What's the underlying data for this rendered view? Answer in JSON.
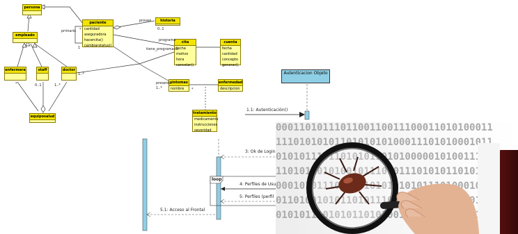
{
  "classes": {
    "persona": {
      "name": "persona",
      "attrs": []
    },
    "empleado": {
      "name": "empleado",
      "attrs": []
    },
    "enfermera": {
      "name": "enfermera",
      "attrs": []
    },
    "staff": {
      "name": "staff",
      "attrs": []
    },
    "doctor": {
      "name": "doctor",
      "attrs": []
    },
    "equipo": {
      "name": "equiposalud",
      "attrs": []
    },
    "paciente": {
      "name": "paciente",
      "attrs": [
        "cantidad",
        "aseguradora",
        "hacercita()",
        "cambiarstatus()"
      ]
    },
    "historia": {
      "name": "historia",
      "attrs": []
    },
    "cita": {
      "name": "cita",
      "attrs": [
        "fecha",
        "motivo",
        "hora",
        "cancelar()"
      ]
    },
    "cuenta": {
      "name": "cuenta",
      "attrs": [
        "fecha",
        "cantidad",
        "concepto",
        "generar()"
      ]
    },
    "sintomas": {
      "name": "sintomas",
      "attrs": [
        "nombre"
      ]
    },
    "enfermedad": {
      "name": "enfermedad",
      "attrs": [
        "descripcion"
      ]
    },
    "tratamiento": {
      "name": "tratamiento",
      "attrs": [
        "medicamento",
        "instrucciones",
        "severidad"
      ]
    }
  },
  "assoc_labels": {
    "primario": "primario",
    "provee": "provee",
    "provee_mult": "0..1",
    "programa": "programa",
    "tiene_programada": "tiene_programada",
    "presenta": "presenta",
    "presenta_mult": "1..*",
    "star": "*",
    "one": "1",
    "zero_one": "0..1",
    "one_star": "1..*"
  },
  "sequence": {
    "object_name": "Autenticacion Objeto",
    "msg1": "1.1: Autenticación()",
    "msg3": "3: Ok de Login",
    "msg4": "4: Perfiles de Usu",
    "msg5": "5: Perfiles (perfil",
    "msg51": "5.1: Acceso al Frontal",
    "fragment": "loop"
  },
  "photo": {
    "binary_rows": [
      "0001101011101100110011100011010100011",
      "1110101010110101010100011101010001011",
      "0101011101101010110101000001010011101",
      "1101011010100101110101110101011010101",
      "0001010111010101010101010111010001011",
      "0110100101011010111010101110101010101",
      "0101011101010110101001010101010010101"
    ],
    "lens_icon": "magnifying-glass-icon",
    "bug_icon": "bug-icon",
    "hand_icon": "hand-icon"
  },
  "colors": {
    "uml_class_fill": "#ffff9c",
    "uml_class_header": "#f2e400",
    "lifeline": "#8ecfe6",
    "binary": "#a9a9a9"
  }
}
